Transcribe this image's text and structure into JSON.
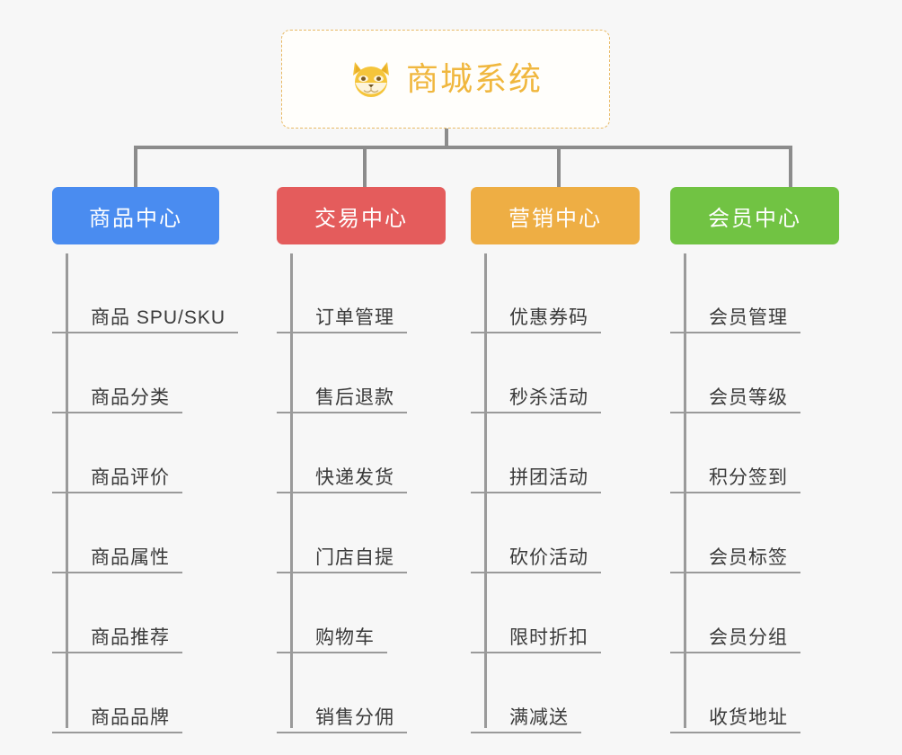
{
  "diagram": {
    "title": "商城系统",
    "root": {
      "label": "商城系统",
      "icon": "shiba-dog-icon",
      "border_color": "#e8b964",
      "text_color": "#f0b73e",
      "background": "#fffefb"
    },
    "connector_color": "#8c8c8c",
    "background_color": "#f7f7f7",
    "leaf_text_color": "#3a3a3a",
    "leaf_rule_color": "#9a9a9a",
    "columns": [
      {
        "label": "商品中心",
        "color": "#4a8cf0",
        "text_color": "#ffffff",
        "items": [
          "商品 SPU/SKU",
          "商品分类",
          "商品评价",
          "商品属性",
          "商品推荐",
          "商品品牌"
        ]
      },
      {
        "label": "交易中心",
        "color": "#e45c5c",
        "text_color": "#ffffff",
        "items": [
          "订单管理",
          "售后退款",
          "快递发货",
          "门店自提",
          "购物车",
          "销售分佣"
        ]
      },
      {
        "label": "营销中心",
        "color": "#eeae44",
        "text_color": "#ffffff",
        "items": [
          "优惠券码",
          "秒杀活动",
          "拼团活动",
          "砍价活动",
          "限时折扣",
          "满减送"
        ]
      },
      {
        "label": "会员中心",
        "color": "#71c343",
        "text_color": "#ffffff",
        "items": [
          "会员管理",
          "会员等级",
          "积分签到",
          "会员标签",
          "会员分组",
          "收货地址"
        ]
      }
    ]
  }
}
